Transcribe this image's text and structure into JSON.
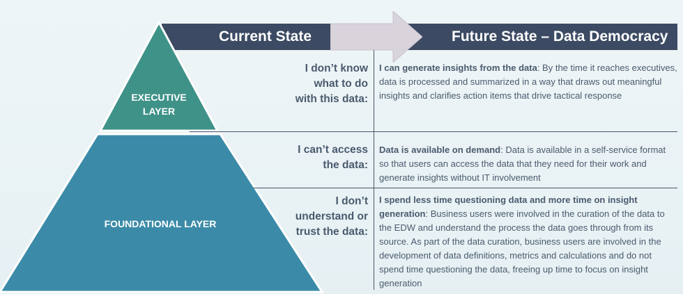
{
  "header": {
    "current_label": "Current State",
    "future_label": "Future State – Data Democracy"
  },
  "pyramid": {
    "executive_label": "EXECUTIVE LAYER",
    "foundational_label": "FOUNDATIONAL LAYER"
  },
  "colors": {
    "executive": "#3f9288",
    "foundational": "#3b8ba8",
    "header_band": "#3c4a63",
    "arrow": "#d9d3dc",
    "text": "#4a5a6e"
  },
  "rows": [
    {
      "pain": "I don’t know what to do with this data:",
      "pain_lines": [
        "I don’t know",
        "what to do",
        "with this data:"
      ],
      "future_title": "I can generate insights from the data",
      "future_text": ": By the time it reaches executives, data is processed and summarized in a way that draws out meaningful insights and clarifies action items that drive tactical response"
    },
    {
      "pain": "I can’t access the data:",
      "pain_lines": [
        "I can’t access",
        "the data:"
      ],
      "future_title": "Data is available on demand",
      "future_text": ": Data is available in a self-service format so that users can access the data that they need for their work and generate insights without IT involvement"
    },
    {
      "pain": "I don’t understand or trust the data:",
      "pain_lines": [
        "I don’t",
        "understand or",
        "trust the data:"
      ],
      "future_title": "I spend less time questioning data and more time on insight generation",
      "future_text": ": Business users were involved in the curation of the data to the EDW and understand the process the data goes through from its source. As part of the data curation, business users are involved in the development of data definitions, metrics and calculations and do not spend time questioning the data, freeing up time to focus on insight generation"
    }
  ]
}
